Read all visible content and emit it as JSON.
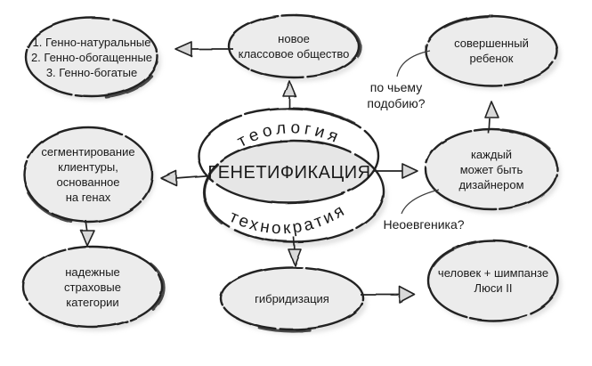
{
  "center": {
    "theology": "теология",
    "main": "ГЕНЕТИФИКАЦИЯ",
    "technocracy": "технократия"
  },
  "nodes": {
    "gene_classes": {
      "lines": [
        "1. Генно-натуральные",
        "2. Генно-обогащенные",
        "3. Генно-богатые"
      ]
    },
    "new_class_society": {
      "lines": [
        "новое",
        "классовое общество"
      ]
    },
    "perfect_child": {
      "lines": [
        "совершенный",
        "ребенок"
      ]
    },
    "customer_segmentation": {
      "lines": [
        "сегментирование",
        "клиентуры,",
        "основанное",
        "на генах"
      ]
    },
    "everyone_designer": {
      "lines": [
        "каждый",
        "может быть",
        "дизайнером"
      ]
    },
    "insurance_categories": {
      "lines": [
        "надежные",
        "страховые",
        "категории"
      ]
    },
    "hybridization": {
      "lines": [
        "гибридизация"
      ]
    },
    "human_chimp": {
      "lines": [
        "человек + шимпанзе",
        "Люси II"
      ]
    }
  },
  "annotations": {
    "in_whose_image": {
      "lines": [
        "по чьему",
        "подобию?"
      ]
    },
    "neo_eugenics": {
      "lines": [
        "Неоевгеника?"
      ]
    }
  },
  "colors": {
    "node_fill": "#ececec",
    "lens_fill": "#e6e6e6",
    "stroke": "#222222",
    "text": "#1a1a1a",
    "shadow": "#c7c7c7",
    "arrow_fill": "#d9d9d9",
    "background": "#ffffff"
  }
}
